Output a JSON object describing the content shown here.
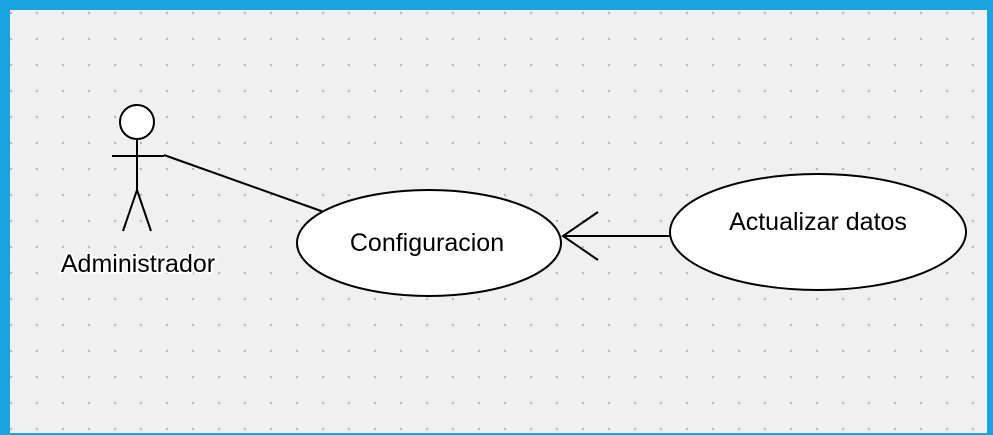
{
  "diagram": {
    "type": "use-case",
    "actor": {
      "name": "Administrador"
    },
    "use_cases": [
      {
        "id": "uc-configuracion",
        "label": "Configuracion"
      },
      {
        "id": "uc-actualizar",
        "label": "Actualizar datos"
      }
    ],
    "relationships": [
      {
        "from": "Administrador",
        "to": "Configuracion",
        "kind": "association"
      },
      {
        "from": "Actualizar datos",
        "to": "Configuracion",
        "kind": "open-arrow"
      }
    ],
    "colors": {
      "frame_border": "#1aa3e0",
      "canvas": "#f0f0f0",
      "grid_dot": "#b9b9b9",
      "shape_fill": "#ffffff",
      "stroke": "#000000"
    }
  }
}
